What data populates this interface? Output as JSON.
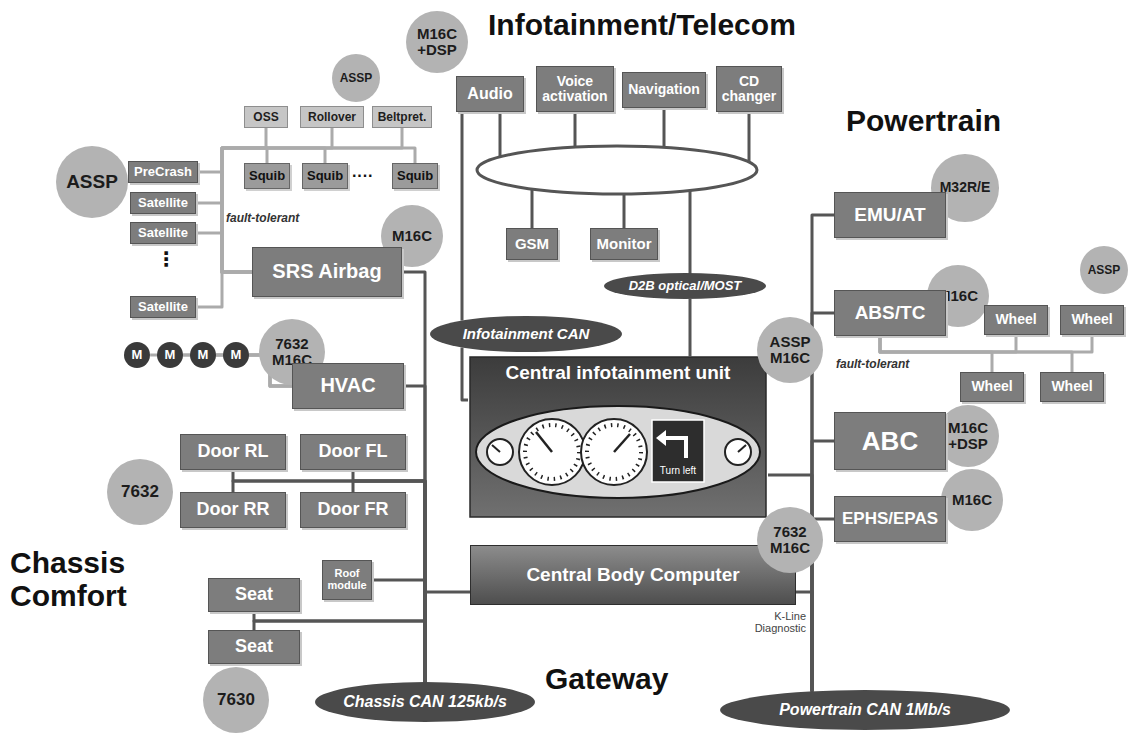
{
  "diagram": {
    "nodes": [
      {
        "text": [
          "M16C +DSP"
        ]
      },
      {
        "text": [
          "Audio"
        ]
      },
      {
        "text": [
          "Voice activation"
        ]
      },
      {
        "text": [
          "Navigation"
        ]
      },
      {
        "text": [
          "CD changer"
        ]
      },
      {
        "text": [
          "GSM"
        ]
      },
      {
        "text": [
          "Monitor"
        ]
      },
      {
        "text": [
          "D2B optical/MOST"
        ]
      },
      {
        "text": [
          "ASSP"
        ]
      },
      {
        "text": [
          "OSS"
        ]
      },
      {
        "text": [
          "Rollover"
        ]
      },
      {
        "text": [
          "Beltpret."
        ]
      },
      {
        "text": [
          "ASSP"
        ]
      },
      {
        "text": [
          "PreCrash"
        ]
      },
      {
        "text": [
          "Satellite"
        ]
      },
      {
        "text": [
          "Satellite"
        ]
      },
      {
        "text": [
          "Satellite"
        ]
      },
      {
        "text": [
          "Squib"
        ]
      },
      {
        "text": [
          "Squib"
        ]
      },
      {
        "text": [
          "Squib"
        ]
      },
      {
        "text": [
          "M16C"
        ]
      },
      {
        "text": [
          "SRS Airbag"
        ]
      },
      {
        "text": [
          "Infotainment CAN"
        ]
      },
      {
        "text": [
          "M"
        ]
      },
      {
        "text": [
          "M"
        ]
      },
      {
        "text": [
          "M"
        ]
      },
      {
        "text": [
          "M"
        ]
      },
      {
        "text": [
          "7632 M16C"
        ]
      },
      {
        "text": [
          "HVAC"
        ]
      },
      {
        "text": [
          "Central infotainment unit"
        ]
      },
      {
        "text": [
          "ASSP M16C"
        ]
      },
      {
        "text": [
          "Door RL"
        ]
      },
      {
        "text": [
          "Door FL"
        ]
      },
      {
        "text": [
          "7632"
        ]
      },
      {
        "text": [
          "Door RR"
        ]
      },
      {
        "text": [
          "Door FR"
        ]
      },
      {
        "text": [
          "Seat"
        ]
      },
      {
        "text": [
          "Roof module"
        ]
      },
      {
        "text": [
          "Central Body Computer"
        ]
      },
      {
        "text": [
          "7632 M16C"
        ]
      },
      {
        "text": [
          "Seat"
        ]
      },
      {
        "text": [
          "7630"
        ]
      },
      {
        "text": [
          "Chassis CAN 125kb/s"
        ]
      },
      {
        "text": [
          "Powertrain CAN 1Mb/s"
        ]
      },
      {
        "text": [
          "M32R/E"
        ]
      },
      {
        "text": [
          "EMU/AT"
        ]
      },
      {
        "text": [
          "M16C"
        ]
      },
      {
        "text": [
          "ABS/TC"
        ]
      },
      {
        "text": [
          "ASSP"
        ]
      },
      {
        "text": [
          "Wheel"
        ]
      },
      {
        "text": [
          "Wheel"
        ]
      },
      {
        "text": [
          "Wheel"
        ]
      },
      {
        "text": [
          "Wheel"
        ]
      },
      {
        "text": [
          "M16C +DSP"
        ]
      },
      {
        "text": [
          "ABC"
        ]
      },
      {
        "text": [
          "M16C"
        ]
      },
      {
        "text": [
          "EPHS/EPAS"
        ]
      }
    ],
    "edges": [
      {
        "from": 21,
        "to": 42,
        "arrow": "none"
      },
      {
        "from": 28,
        "to": 42,
        "arrow": "none"
      },
      {
        "from": 31,
        "to": 42,
        "arrow": "none"
      },
      {
        "from": 32,
        "to": 42,
        "arrow": "none"
      },
      {
        "from": 34,
        "to": 42,
        "arrow": "none"
      },
      {
        "from": 35,
        "to": 42,
        "arrow": "none"
      },
      {
        "from": 36,
        "to": 42,
        "arrow": "none"
      },
      {
        "from": 40,
        "to": 42,
        "arrow": "none"
      },
      {
        "from": 37,
        "to": 42,
        "arrow": "none"
      },
      {
        "from": 38,
        "to": 42,
        "arrow": "none"
      },
      {
        "from": 1,
        "to": 22,
        "arrow": "none"
      },
      {
        "from": 22,
        "to": 29,
        "arrow": "none"
      },
      {
        "from": 7,
        "to": 29,
        "arrow": "none"
      },
      {
        "from": 23,
        "to": 28,
        "arrow": "none"
      },
      {
        "from": 24,
        "to": 28,
        "arrow": "none"
      },
      {
        "from": 25,
        "to": 28,
        "arrow": "none"
      },
      {
        "from": 26,
        "to": 28,
        "arrow": "none"
      },
      {
        "from": 13,
        "to": 21,
        "arrow": "none"
      },
      {
        "from": 14,
        "to": 21,
        "arrow": "none"
      },
      {
        "from": 15,
        "to": 21,
        "arrow": "none"
      },
      {
        "from": 16,
        "to": 21,
        "arrow": "none"
      },
      {
        "from": 9,
        "to": 21,
        "arrow": "none"
      },
      {
        "from": 10,
        "to": 21,
        "arrow": "none"
      },
      {
        "from": 11,
        "to": 21,
        "arrow": "none"
      },
      {
        "from": 17,
        "to": 21,
        "arrow": "none"
      },
      {
        "from": 18,
        "to": 21,
        "arrow": "none"
      },
      {
        "from": 19,
        "to": 21,
        "arrow": "none"
      },
      {
        "from": 45,
        "to": 43,
        "arrow": "none"
      },
      {
        "from": 47,
        "to": 43,
        "arrow": "none"
      },
      {
        "from": 54,
        "to": 43,
        "arrow": "none"
      },
      {
        "from": 56,
        "to": 43,
        "arrow": "none"
      },
      {
        "from": 29,
        "to": 43,
        "arrow": "none"
      },
      {
        "from": 38,
        "to": 43,
        "arrow": "none"
      },
      {
        "from": 47,
        "to": 49,
        "arrow": "none"
      },
      {
        "from": 47,
        "to": 50,
        "arrow": "none"
      },
      {
        "from": 47,
        "to": 51,
        "arrow": "none"
      },
      {
        "from": 47,
        "to": 52,
        "arrow": "none"
      }
    ],
    "labels": [
      "Infotainment/Telecom",
      "Powertrain",
      "Chassis Comfort",
      "Gateway",
      "fault-tolerant",
      "fault-tolerant",
      "K-Line Diagnostic",
      "⋮",
      "····",
      "Turn left"
    ]
  }
}
